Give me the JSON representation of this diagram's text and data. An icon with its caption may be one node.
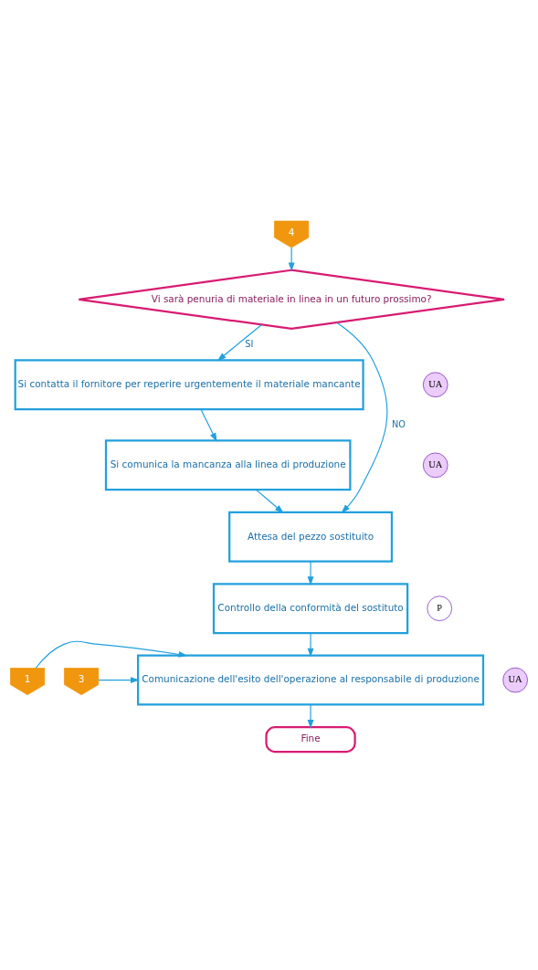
{
  "diagram": {
    "nodes": [
      {
        "text": [
          "4"
        ]
      },
      {
        "text": [
          "Vi sarà penuria di materiale in linea in un futuro prossimo?"
        ]
      },
      {
        "text": [
          "Si contatta il fornitore per reperire urgentemente il materiale mancante"
        ]
      },
      {
        "text": [
          "UA"
        ]
      },
      {
        "text": [
          "Si comunica la mancanza alla linea di produzione"
        ]
      },
      {
        "text": [
          "UA"
        ]
      },
      {
        "text": [
          "Attesa del pezzo sostituito"
        ]
      },
      {
        "text": [
          "Controllo della conformità del sostituto"
        ]
      },
      {
        "text": [
          "P"
        ]
      },
      {
        "text": [
          "1"
        ]
      },
      {
        "text": [
          "3"
        ]
      },
      {
        "text": [
          "Comunicazione dell'esito dell'operazione al responsabile di produzione"
        ]
      },
      {
        "text": [
          "UA"
        ]
      },
      {
        "text": [
          "Fine"
        ]
      }
    ],
    "edges": [
      {
        "from": 0,
        "to": 1,
        "arrow": "to"
      },
      {
        "from": 1,
        "to": 2,
        "arrow": "to",
        "label": "SI"
      },
      {
        "from": 2,
        "to": 4,
        "arrow": "to"
      },
      {
        "from": 4,
        "to": 6,
        "arrow": "to"
      },
      {
        "from": 1,
        "to": 6,
        "arrow": "to",
        "label": "NO"
      },
      {
        "from": 6,
        "to": 7,
        "arrow": "to"
      },
      {
        "from": 7,
        "to": 11,
        "arrow": "to"
      },
      {
        "from": 9,
        "to": 11,
        "arrow": "to"
      },
      {
        "from": 10,
        "to": 11,
        "arrow": "to"
      },
      {
        "from": 11,
        "to": 13,
        "arrow": "to"
      }
    ]
  }
}
